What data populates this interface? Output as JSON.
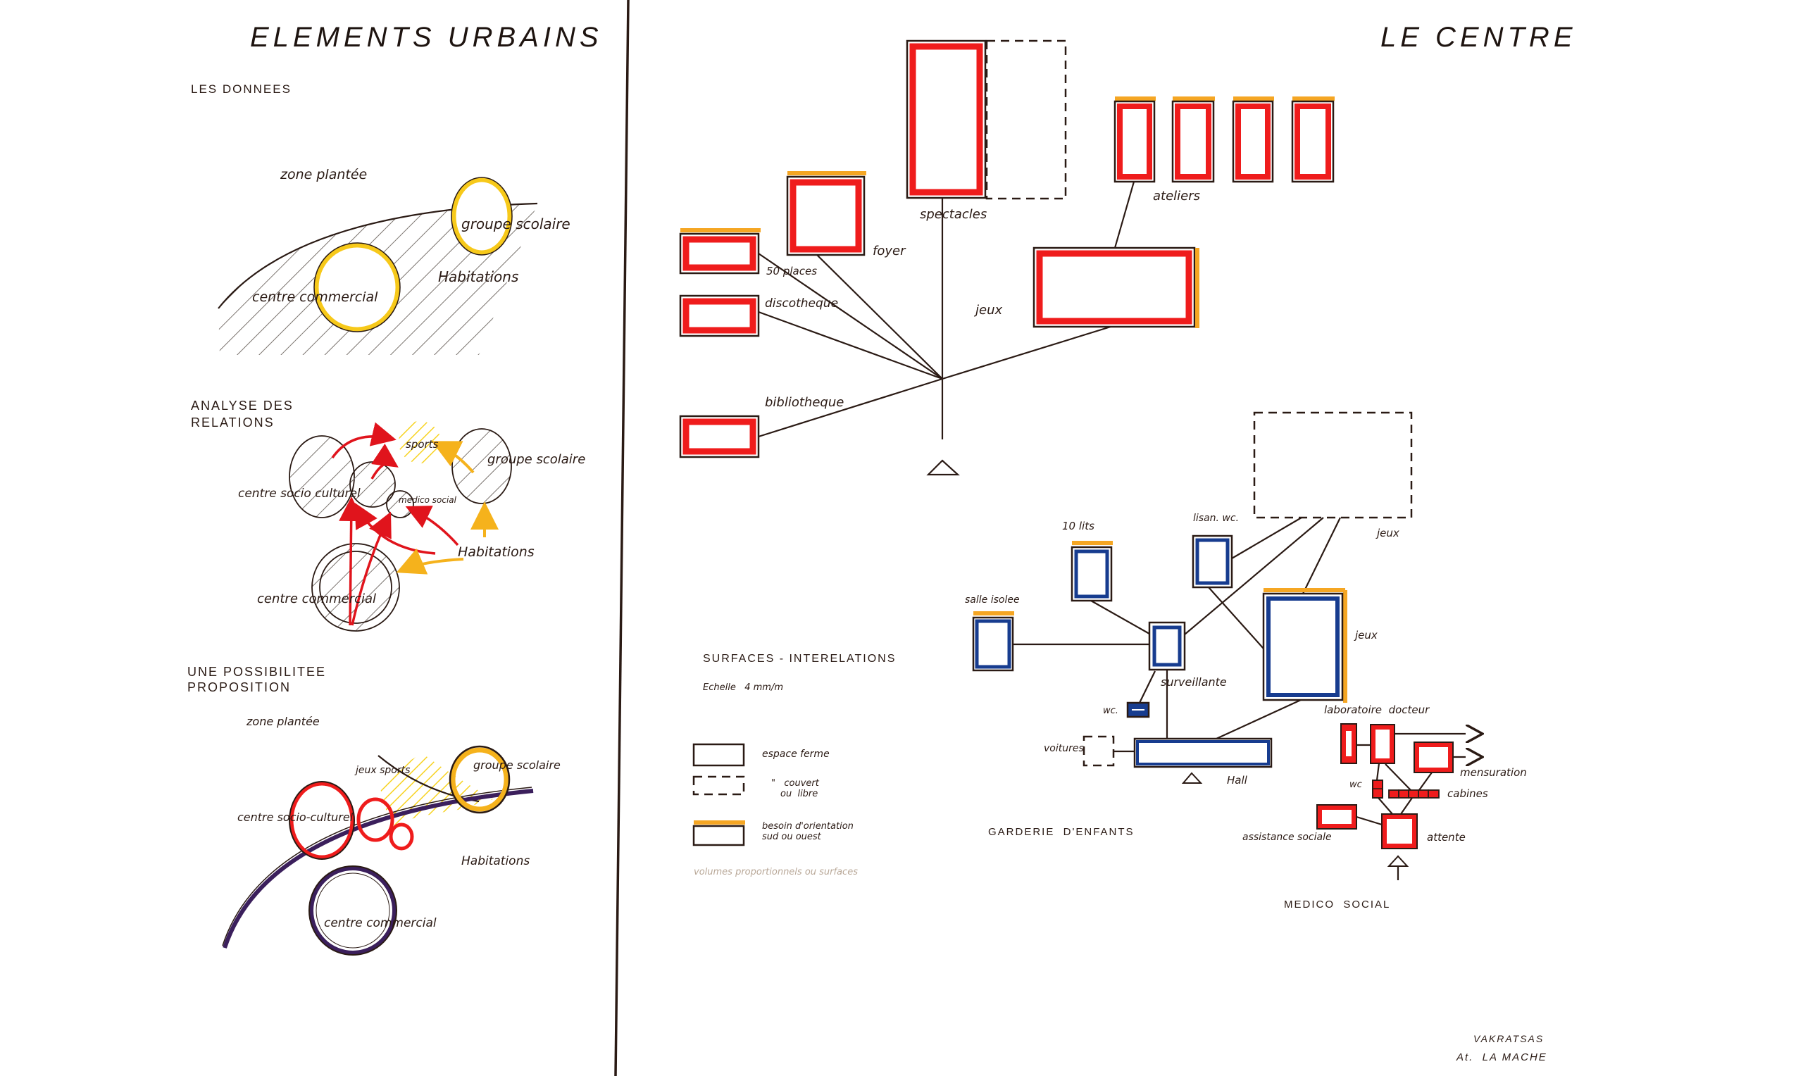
{
  "left": {
    "title": "ELEMENTS URBAINS",
    "donnees": {
      "heading": "LES DONNEES",
      "zone_plantee": "zone plantée",
      "groupe_scolaire": "groupe scolaire",
      "habitations": "Habitations",
      "centre_commercial": "centre commercial"
    },
    "relations": {
      "heading_line1": "ANALYSE DES",
      "heading_line2": "RELATIONS",
      "sports": "sports",
      "groupe_scolaire": "groupe scolaire",
      "centre_socio_culturel": "centre socio culturel",
      "medico_social": "medico social",
      "habitations": "Habitations",
      "centre_commercial": "centre commercial"
    },
    "proposition": {
      "heading_line1": "UNE POSSIBILITEE",
      "heading_line2": "PROPOSITION",
      "zone_plantee": "zone plantée",
      "jeux_sports": "jeux sports",
      "groupe_scolaire": "groupe scolaire",
      "centre_socio_culturel": "centre socio-culturel",
      "habitations": "Habitations",
      "centre_commercial": "centre commercial"
    }
  },
  "right": {
    "title": "LE CENTRE",
    "centre": {
      "spectacles": "spectacles",
      "foyer": "foyer",
      "places": "50 places",
      "discotheque": "discotheque",
      "bibliotheque": "bibliotheque",
      "jeux": "jeux",
      "ateliers": "ateliers"
    },
    "legend": {
      "heading": "SURFACES - INTERELATIONS",
      "scale": "Echelle   4 mm/m",
      "closed": "espace ferme",
      "covered_1": "\"   couvert",
      "covered_2": "ou  libre",
      "orientation_1": "besoin d'orientation",
      "orientation_2": "sud ou ouest",
      "note": "volumes proportionnels ou surfaces"
    },
    "garderie": {
      "heading": "GARDERIE  D'ENFANTS",
      "jeux_outdoor": "jeux",
      "dix_lits": "10 lits",
      "lisan_wc": "lisan. wc.",
      "salle_isolee": "salle isolee",
      "surveillante": "surveillante",
      "jeux": "jeux",
      "wc": "wc.",
      "voitures": "voitures",
      "hall": "Hall"
    },
    "medico": {
      "heading": "MEDICO  SOCIAL",
      "labo_docteur": "laboratoire  docteur",
      "mensuration": "mensuration",
      "wc": "wc",
      "cabines": "cabines",
      "assistance": "assistance sociale",
      "attente": "attente"
    },
    "signature": {
      "line1": "VAKRATSAS",
      "line2": "At.  LA MACHE"
    }
  },
  "colors": {
    "red": "#ef1c1c",
    "blue": "#173c8f",
    "orange": "#f5a623",
    "yellow": "#f7d21e",
    "purple": "#3b1f5c",
    "ink": "#2a1a14"
  }
}
